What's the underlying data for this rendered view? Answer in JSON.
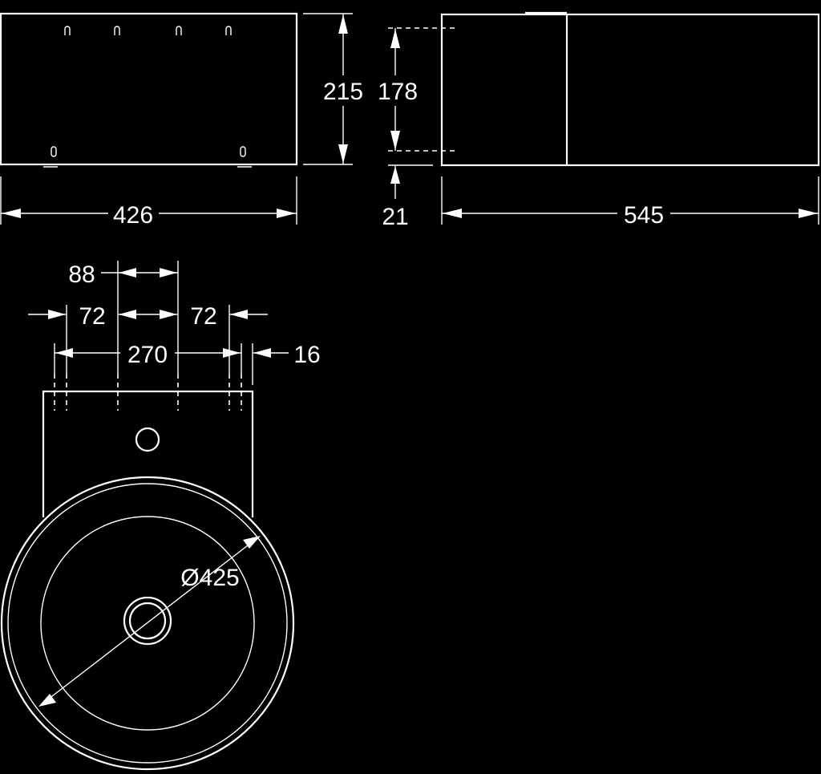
{
  "drawing": {
    "front_view": {
      "width_label": "426",
      "height_label": "215"
    },
    "side_view": {
      "inner_height_label": "178",
      "base_height_label": "21",
      "depth_label": "545"
    },
    "top_view": {
      "spacing_88": "88",
      "spacing_left_72": "72",
      "spacing_right_72": "72",
      "span_270": "270",
      "offset_16": "16",
      "diameter_label": "Ø425"
    }
  },
  "colors": {
    "background": "#000000",
    "line": "#ffffff"
  }
}
